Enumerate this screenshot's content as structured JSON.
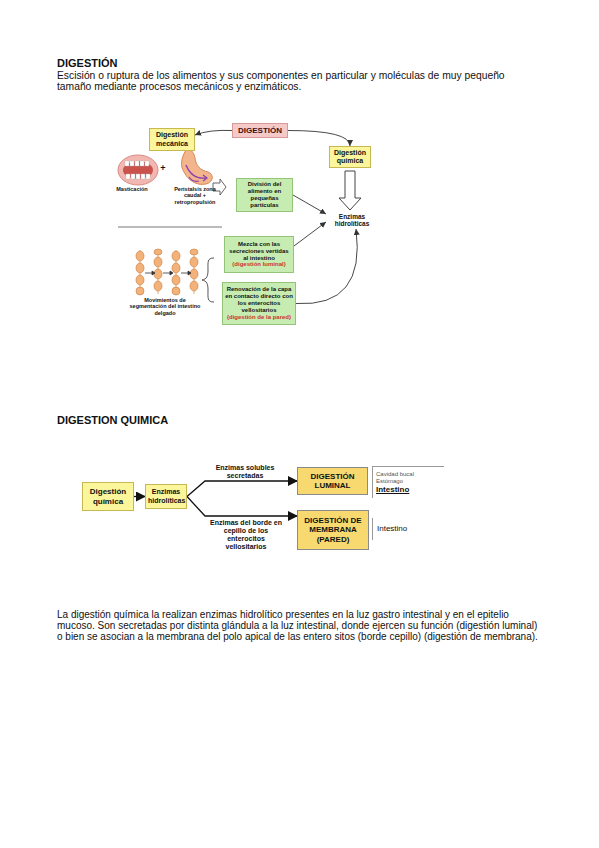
{
  "diagram": {
    "title": "DIGESTIÓN",
    "nodes": [
      {
        "text": [
          "DIGESTIÓN"
        ]
      },
      {
        "text": [
          "Digestión mecánica"
        ]
      },
      {
        "text": [
          "Digestión química"
        ]
      },
      {
        "text": [
          "División del alimento en pequeñas partículas"
        ]
      },
      {
        "text": [
          "Enzimas hidrolíticas"
        ]
      },
      {
        "text": [
          "Mezcla con las secreciones vertidas al intestino",
          "(digestión luminal)"
        ]
      },
      {
        "text": [
          "Renovación de la capa en contacto directo con los enterocitos vellositarios",
          "(digestión de la pared)"
        ]
      },
      {
        "text": [
          "Digestión química"
        ]
      },
      {
        "text": [
          "Enzimas hidrolíticas"
        ]
      },
      {
        "text": [
          "DIGESTIÓN LUMINAL"
        ]
      },
      {
        "text": [
          "DIGESTIÓN DE MEMBRANA (PARED)"
        ]
      },
      {
        "text": [
          "Cavidad bucal",
          "Estómago",
          "Intestino"
        ]
      },
      {
        "text": [
          "Intestino"
        ]
      }
    ],
    "edges": [
      {
        "from": 0,
        "to": 1,
        "arrow": "to"
      },
      {
        "from": 0,
        "to": 2,
        "arrow": "to"
      },
      {
        "from": 2,
        "to": 4,
        "arrow": "to"
      },
      {
        "from": 3,
        "to": 4,
        "arrow": "to"
      },
      {
        "from": 5,
        "to": 4,
        "arrow": "to"
      },
      {
        "from": 6,
        "to": 4,
        "arrow": "to"
      },
      {
        "from": 7,
        "to": 8,
        "arrow": "to"
      },
      {
        "from": 8,
        "to": 9,
        "label": "Enzimas solubles secretadas",
        "arrow": "to"
      },
      {
        "from": 8,
        "to": 10,
        "label": "Enzimas del borde en cepillo de los enterocitos vellositarios",
        "arrow": "to"
      }
    ],
    "labels": [
      "Escisión o ruptura de los alimentos y sus componentes en particular y moléculas de muy pequeño tamaño mediante procesos mecánicos y enzimáticos.",
      "Masticación",
      "+",
      "Peristalsis zona caudal + retropropulsión",
      "Movimientos de segmentación del intestino delgado",
      "DIGESTION QUIMICA",
      "La digestión química la realizan enzimas hidrolítico presentes en la luz gastro intestinal y en el epitelio mucoso. Son secretadas por distinta glándula a la luz intestinal, donde ejercen su función (digestión luminal) o bien se asocian a la membrana del polo apical de las entero sitos (borde cepillo) (digestión de membrana)."
    ]
  }
}
